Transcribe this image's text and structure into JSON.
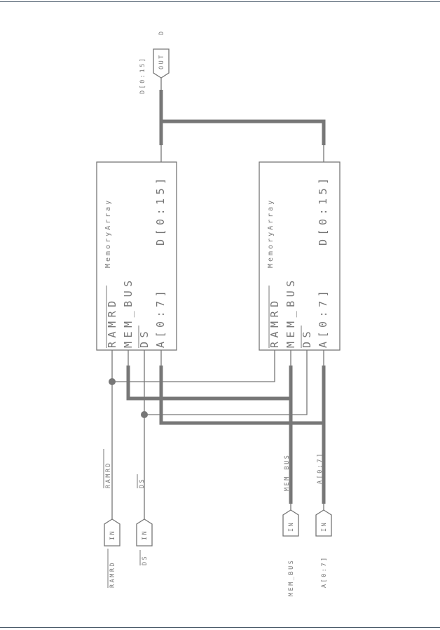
{
  "title": "",
  "blocks": [
    {
      "type": "MemoryArray",
      "pins": {
        "read": "RAMRD",
        "bus": "MEM_BUS",
        "select": "DS",
        "addr": "A[0:7]",
        "data": "D[0:15]"
      }
    },
    {
      "type": "MemoryArray",
      "pins": {
        "read": "RAMRD",
        "bus": "MEM_BUS",
        "select": "DS",
        "addr": "A[0:7]",
        "data": "D[0:15]"
      }
    }
  ],
  "inputs": [
    {
      "name": "RAMRD",
      "dir": "IN",
      "net": "RAMRD"
    },
    {
      "name": "DS",
      "dir": "IN",
      "net": "DS"
    },
    {
      "name": "MEM_BUS",
      "dir": "IN",
      "net": "MEM_BUS"
    },
    {
      "name": "A[0:7]",
      "dir": "IN",
      "net": "A[0:7]"
    }
  ],
  "output": {
    "name": "D",
    "dir": "OUT",
    "net": "D[0:15]"
  }
}
